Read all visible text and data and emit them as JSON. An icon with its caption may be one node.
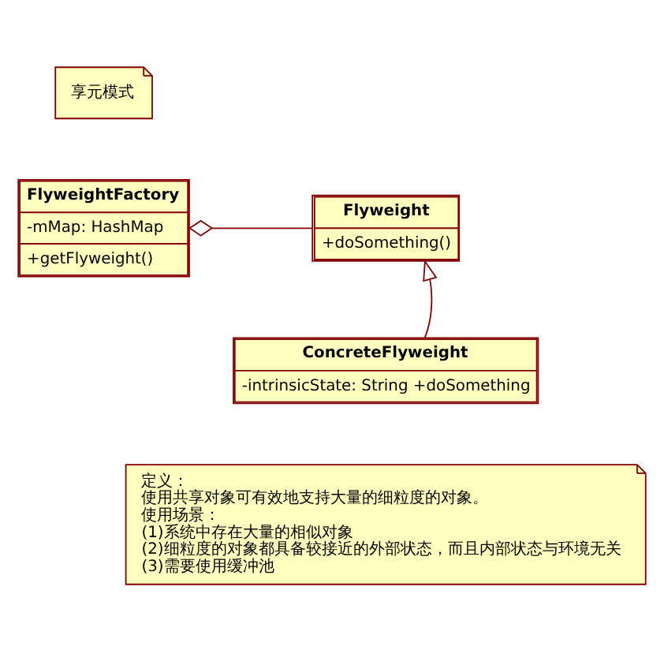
{
  "diagram": {
    "nodes": [
      {
        "text": [
          "享元模式"
        ]
      },
      {
        "text": [
          "FlyweightFactory",
          "-mMap: HashMap",
          "+getFlyweight()"
        ]
      },
      {
        "text": [
          "Flyweight",
          "+doSomething()"
        ]
      },
      {
        "text": [
          "ConcreteFlyweight",
          "-intrinsicState: String +doSomething"
        ]
      },
      {
        "text": [
          "定义：",
          "使用共享对象可有效地支持大量的细粒度的对象。",
          "使用场景：",
          "(1)系统中存在大量的相似对象",
          "(2)细粒度的对象都具备较接近的外部状态，而且内部状态与环境无关",
          "(3)需要使用缓冲池"
        ]
      }
    ],
    "edges": [
      {
        "from": 1,
        "to": 2,
        "arrow": "other"
      },
      {
        "from": 3,
        "to": 2,
        "arrow": "to"
      }
    ]
  }
}
